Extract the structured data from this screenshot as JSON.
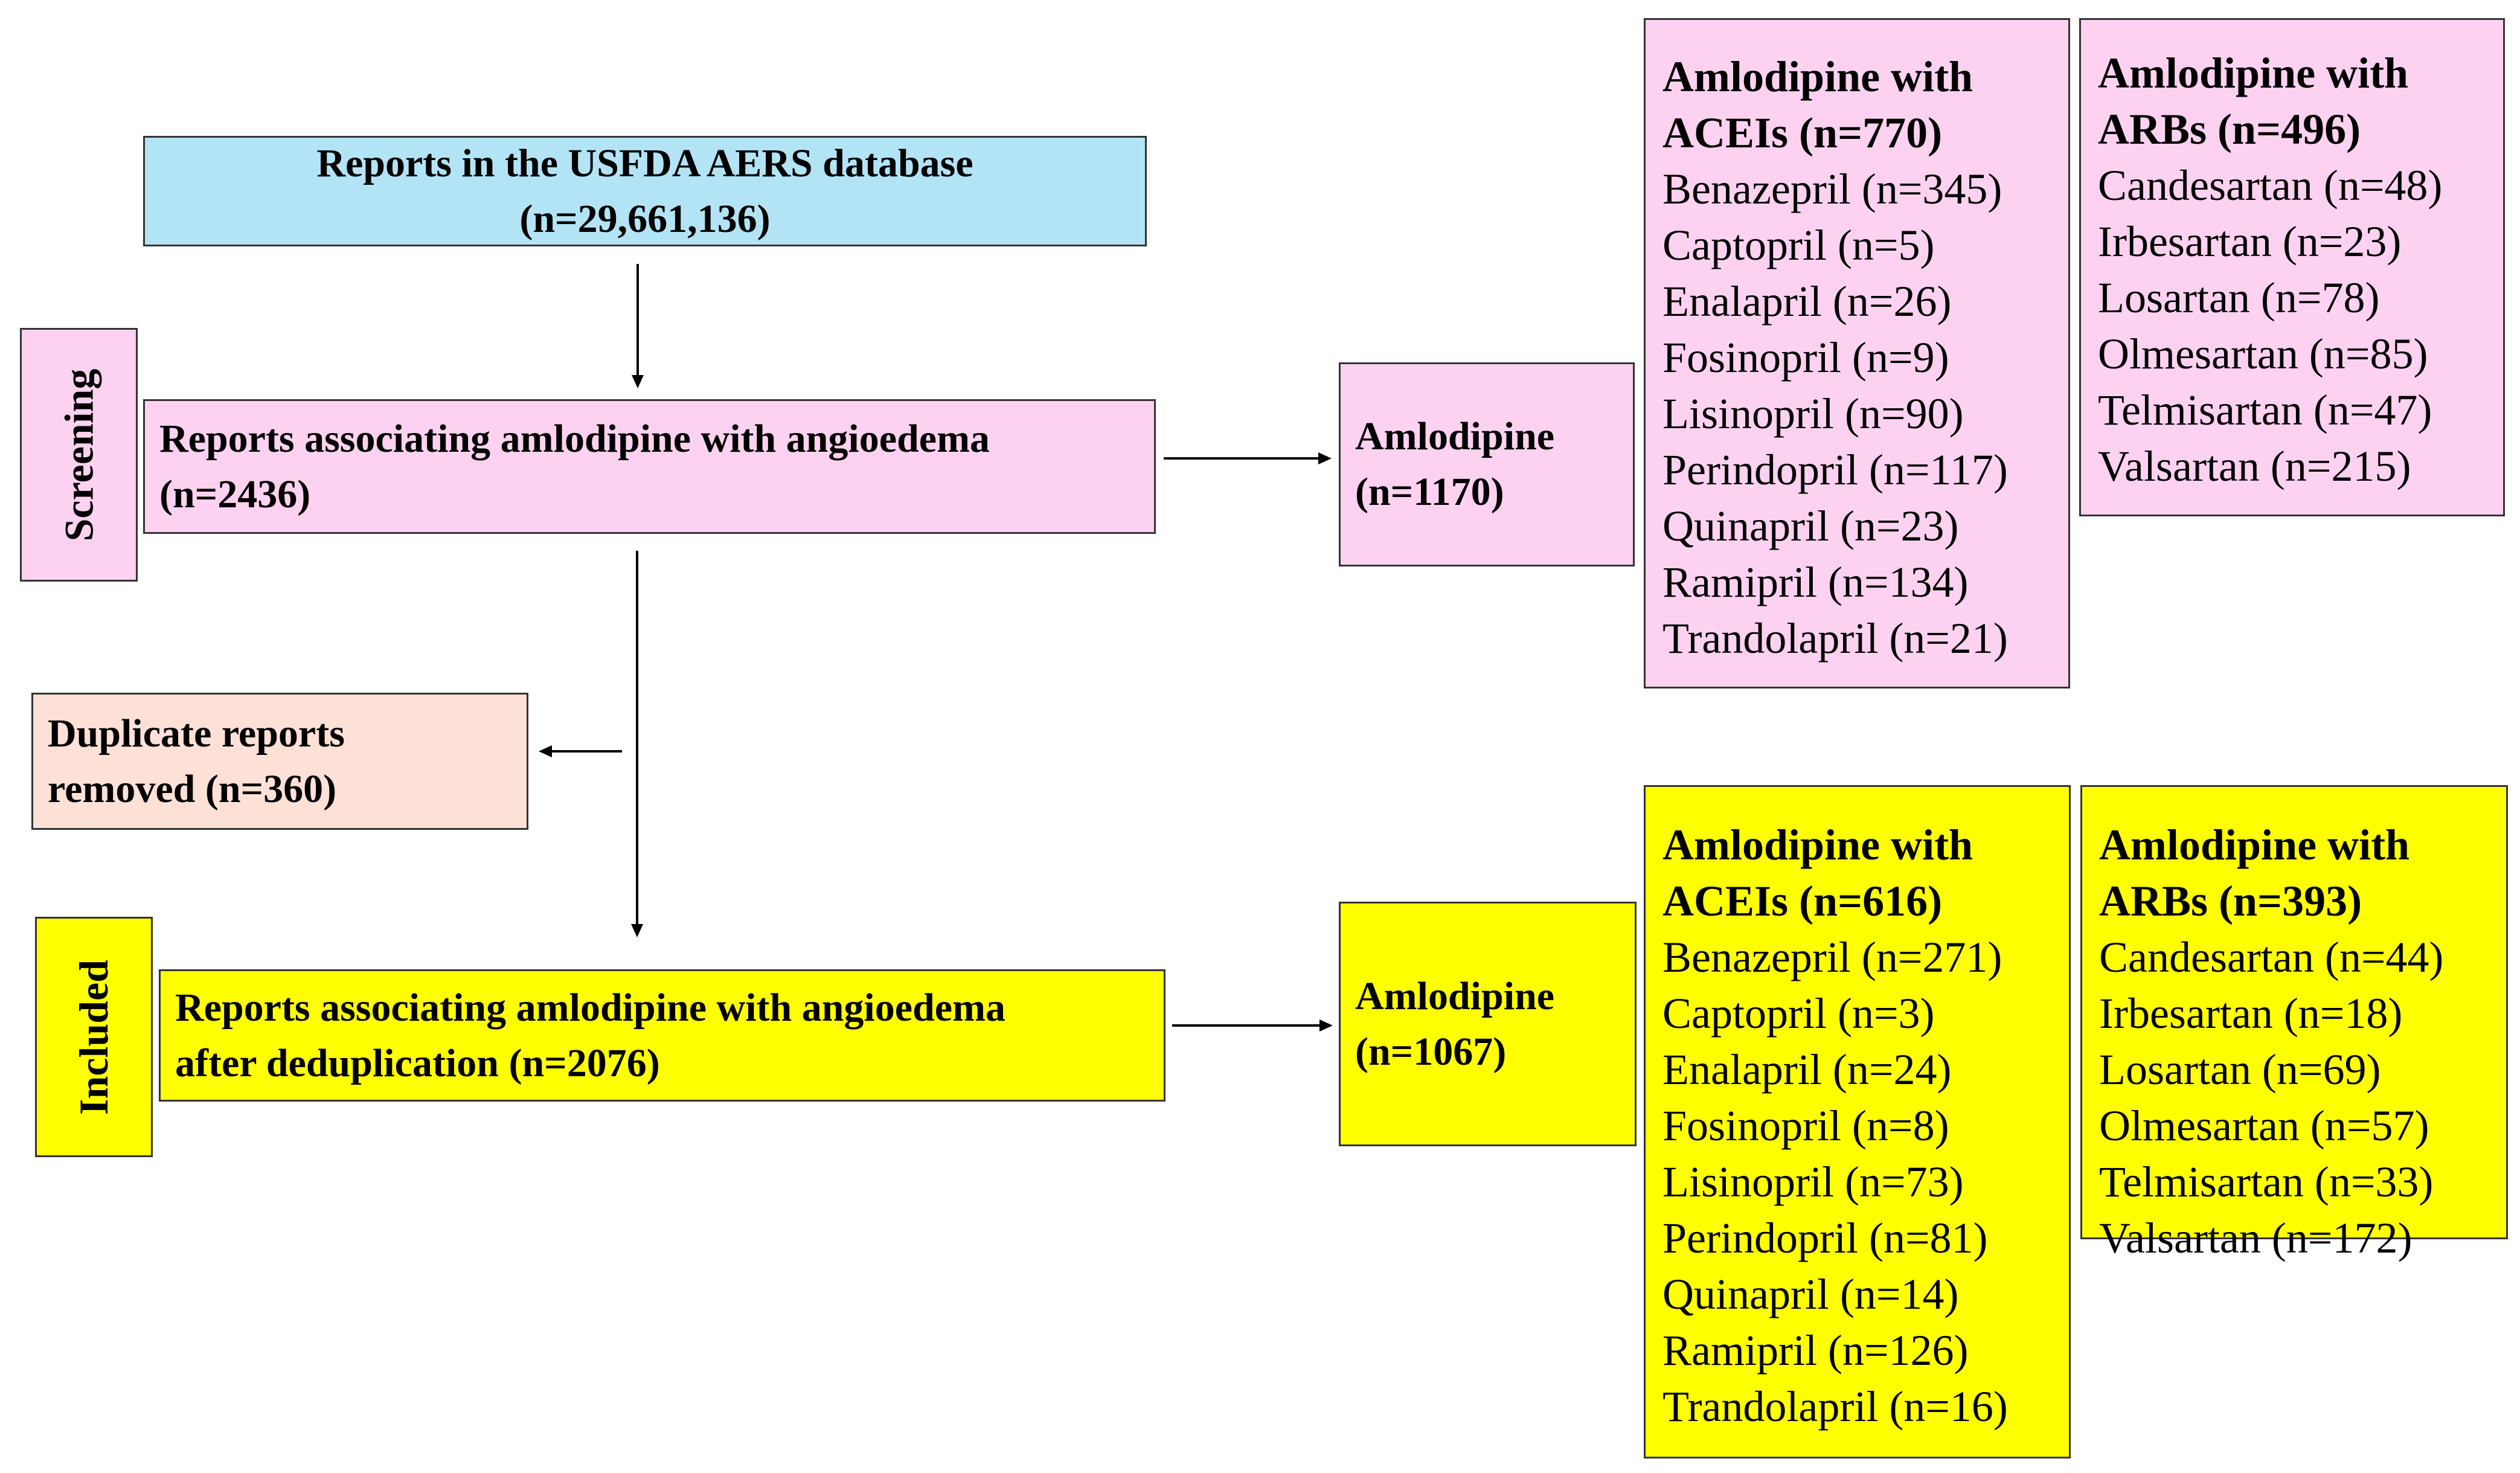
{
  "colors": {
    "blue": "#b3e4f5",
    "pink": "#fcd2f0",
    "peach": "#fde0d6",
    "yellow": "#ffff00"
  },
  "stage_labels": {
    "screening": "Screening",
    "included": "Included"
  },
  "nodes": {
    "database": {
      "line1": "Reports in the USFDA AERS database",
      "line2": "(n=29,661,136)"
    },
    "screened": {
      "line1": "Reports associating amlodipine with angioedema",
      "line2": "(n=2436)"
    },
    "duplicates": {
      "line1": "Duplicate reports",
      "line2": "removed (n=360)"
    },
    "included": {
      "line1": "Reports associating amlodipine with angioedema",
      "line2": "after deduplication (n=2076)"
    },
    "amlodipine_screened": {
      "line1": "Amlodipine",
      "line2": "(n=1170)"
    },
    "amlodipine_included": {
      "line1": "Amlodipine",
      "line2": "(n=1067)"
    }
  },
  "screened_lists": {
    "aceis": {
      "heading1": "Amlodipine with",
      "heading2": "ACEIs (n=770)",
      "items": [
        "Benazepril (n=345)",
        "Captopril (n=5)",
        "Enalapril (n=26)",
        "Fosinopril (n=9)",
        "Lisinopril (n=90)",
        "Perindopril (n=117)",
        "Quinapril (n=23)",
        "Ramipril (n=134)",
        "Trandolapril (n=21)"
      ]
    },
    "arbs": {
      "heading1": "Amlodipine with",
      "heading2": "ARBs (n=496)",
      "items": [
        "Candesartan (n=48)",
        "Irbesartan (n=23)",
        "Losartan (n=78)",
        "Olmesartan (n=85)",
        "Telmisartan (n=47)",
        "Valsartan (n=215)"
      ]
    }
  },
  "included_lists": {
    "aceis": {
      "heading1": "Amlodipine with",
      "heading2": "ACEIs (n=616)",
      "items": [
        "Benazepril (n=271)",
        "Captopril (n=3)",
        "Enalapril (n=24)",
        "Fosinopril (n=8)",
        "Lisinopril (n=73)",
        "Perindopril (n=81)",
        "Quinapril (n=14)",
        "Ramipril (n=126)",
        "Trandolapril (n=16)"
      ]
    },
    "arbs": {
      "heading1": "Amlodipine with",
      "heading2": "ARBs (n=393)",
      "items": [
        "Candesartan (n=44)",
        "Irbesartan (n=18)",
        "Losartan (n=69)",
        "Olmesartan (n=57)",
        "Telmisartan (n=33)",
        "Valsartan (n=172)"
      ]
    }
  }
}
